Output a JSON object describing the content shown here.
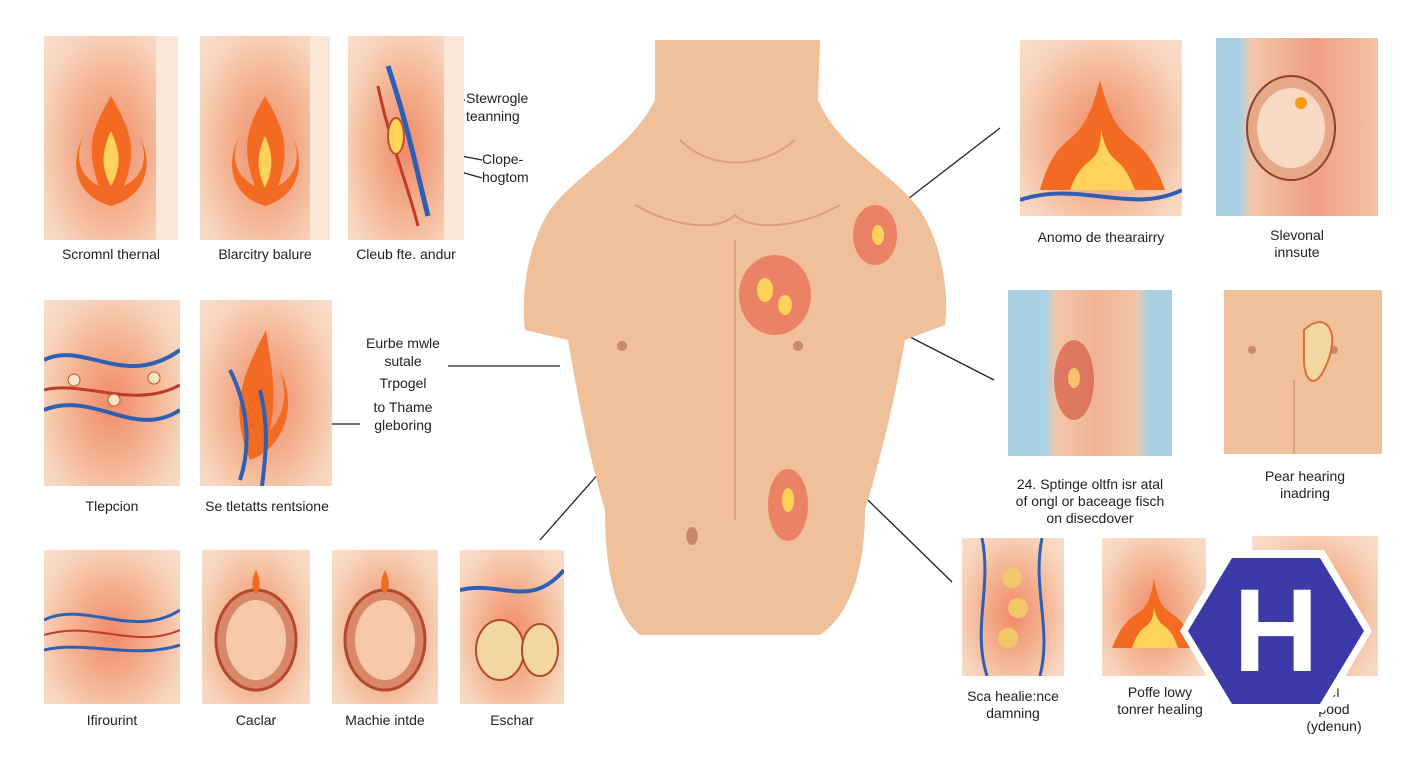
{
  "captions": {
    "row1": [
      "Scromnl thernal",
      "Blarcitry balure",
      "Cleub fte. andur"
    ],
    "row2": [
      "Tlepcion",
      "Se tletatts rentsione"
    ],
    "row3": [
      "Ifirourint",
      "Caclar",
      "Machie intde",
      "Eschar"
    ],
    "right_top": [
      "Anomo de thearairry",
      "Slevonal\ninnsute"
    ],
    "right_mid": [
      "24. Sptinge oltfn isr atal\nof ongl or baceage fisch\non disecdover",
      "Pear hearing\ninadring"
    ],
    "right_bottom": [
      "Sca healie:nce\ndamning",
      "Poffe lowy\ntonrer healing",
      "el\npood\n(ydenun)"
    ]
  },
  "labels": {
    "stewrogle": "Stewrogle\nteanning",
    "clope": "Clope-\nhogtom",
    "eurbe": "Eurbe mwle\nsutale",
    "trpogel": "Trpogel",
    "thame": "to Thame\ngleboring"
  },
  "logo": {
    "letter": "H",
    "color": "#3a3aa8"
  }
}
